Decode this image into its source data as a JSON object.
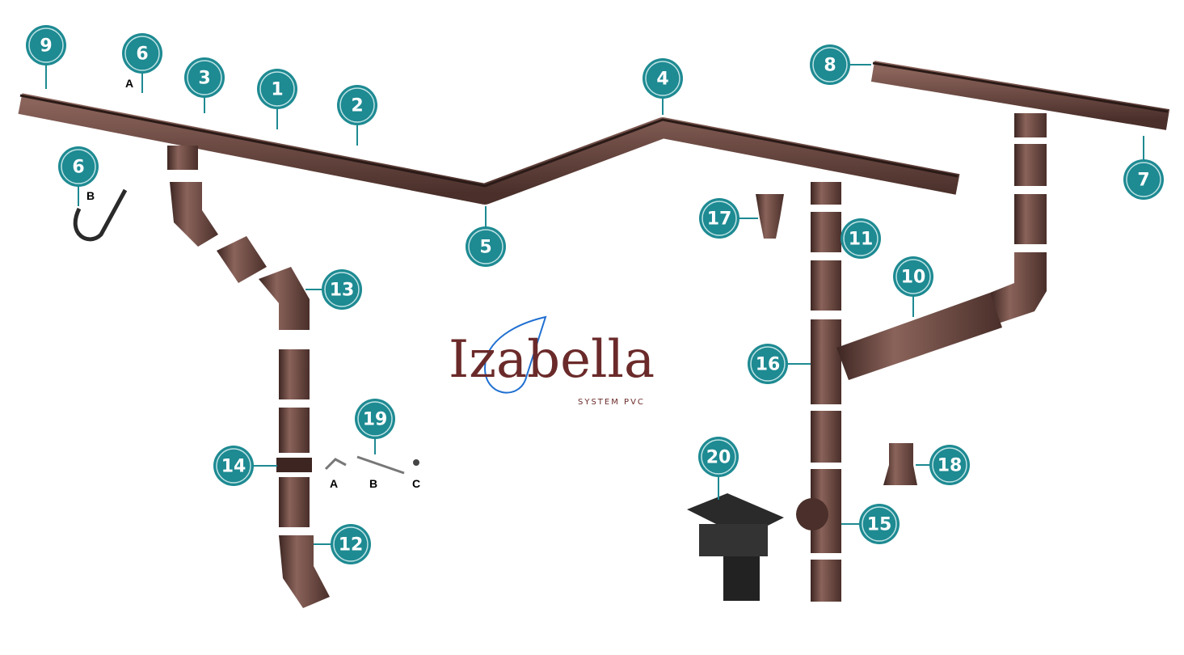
{
  "logo": {
    "name": "Izabella",
    "subtitle": "SYSTEM PVC"
  },
  "colors": {
    "badge": "#1e8a92",
    "pipe": "#6e4a42",
    "pipe_dark": "#3d2622",
    "logo": "#6b2a2a",
    "drop": "#1f6fd1"
  },
  "badges": [
    {
      "id": "9",
      "label": "9"
    },
    {
      "id": "6a",
      "label": "6"
    },
    {
      "id": "3",
      "label": "3"
    },
    {
      "id": "1",
      "label": "1"
    },
    {
      "id": "2",
      "label": "2"
    },
    {
      "id": "4",
      "label": "4"
    },
    {
      "id": "5",
      "label": "5"
    },
    {
      "id": "6b",
      "label": "6"
    },
    {
      "id": "8",
      "label": "8"
    },
    {
      "id": "7",
      "label": "7"
    },
    {
      "id": "17",
      "label": "17"
    },
    {
      "id": "11",
      "label": "11"
    },
    {
      "id": "13",
      "label": "13"
    },
    {
      "id": "10",
      "label": "10"
    },
    {
      "id": "16",
      "label": "16"
    },
    {
      "id": "14",
      "label": "14"
    },
    {
      "id": "19",
      "label": "19"
    },
    {
      "id": "12",
      "label": "12"
    },
    {
      "id": "20",
      "label": "20"
    },
    {
      "id": "18",
      "label": "18"
    },
    {
      "id": "15",
      "label": "15"
    }
  ],
  "letters": {
    "hook_a": "A",
    "hook_b": "B",
    "bracket_a": "A",
    "bracket_b": "B",
    "bracket_c": "C"
  }
}
